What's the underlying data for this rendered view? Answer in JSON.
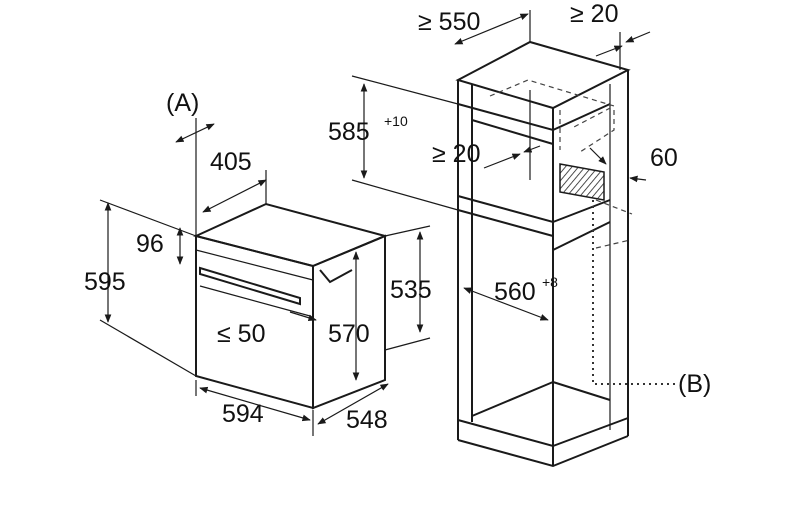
{
  "labels": {
    "a": "(A)",
    "b": "(B)"
  },
  "oven": {
    "width": "594",
    "depth": "548",
    "height": "595",
    "front_depth": "405",
    "top_offset": "96",
    "niche_height": "535",
    "inner_height": "570",
    "handle_clearance": "≤ 50"
  },
  "cabinet": {
    "depth_min": "≥ 550",
    "side_min": "≥ 20",
    "niche_height": "585",
    "niche_height_tol": "+10",
    "inner_min": "≥ 20",
    "vent": "60",
    "niche_width": "560",
    "niche_width_tol": "+8"
  }
}
